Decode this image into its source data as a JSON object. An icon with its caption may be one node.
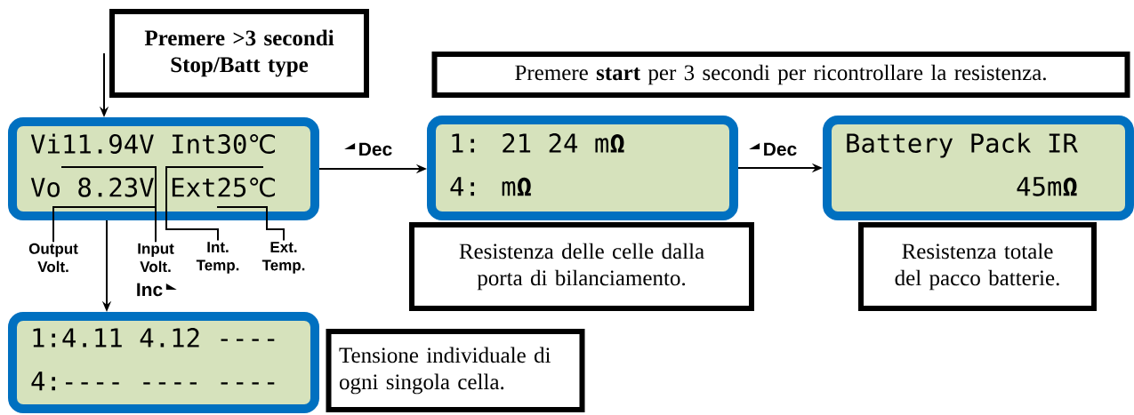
{
  "diagram": {
    "nodes": [
      {
        "text": [
          "Premere >3 secondi Stop/Batt type"
        ]
      },
      {
        "text": [
          "Premere **start** per 3 secondi per ricontrollare la resistenza."
        ]
      },
      {
        "text": [
          "Vi11.94V Int30℃",
          "Vo 8.23V Ext25℃"
        ]
      },
      {
        "text": [
          "1: 21 24 m**Ω**",
          "4: m**Ω**"
        ]
      },
      {
        "text": [
          "Battery Pack IR",
          "45m**Ω**"
        ]
      },
      {
        "text": [
          "Output Volt."
        ]
      },
      {
        "text": [
          "Input Volt."
        ]
      },
      {
        "text": [
          "Int. Temp."
        ]
      },
      {
        "text": [
          "Ext. Temp."
        ]
      },
      {
        "text": [
          "Resistenza delle celle dalla porta di bilanciamento."
        ]
      },
      {
        "text": [
          "Resistenza totale del pacco batterie."
        ]
      },
      {
        "text": [
          "1:4.11 4.12 ----",
          "4:---- ---- ----"
        ]
      },
      {
        "text": [
          "Tensione individuale di ogni singola cella."
        ]
      }
    ],
    "edges": [
      {
        "from": 0,
        "to": 2,
        "arrow": "to"
      },
      {
        "from": 2,
        "to": 3,
        "arrow": "to",
        "label": "Dec"
      },
      {
        "from": 3,
        "to": 4,
        "arrow": "to",
        "label": "Dec"
      },
      {
        "from": 2,
        "to": 11,
        "arrow": "to",
        "label": "Inc"
      },
      {
        "from": 5,
        "to": 2,
        "arrow": "none"
      },
      {
        "from": 6,
        "to": 2,
        "arrow": "none"
      },
      {
        "from": 7,
        "to": 2,
        "arrow": "none"
      },
      {
        "from": 8,
        "to": 2,
        "arrow": "none"
      }
    ]
  }
}
